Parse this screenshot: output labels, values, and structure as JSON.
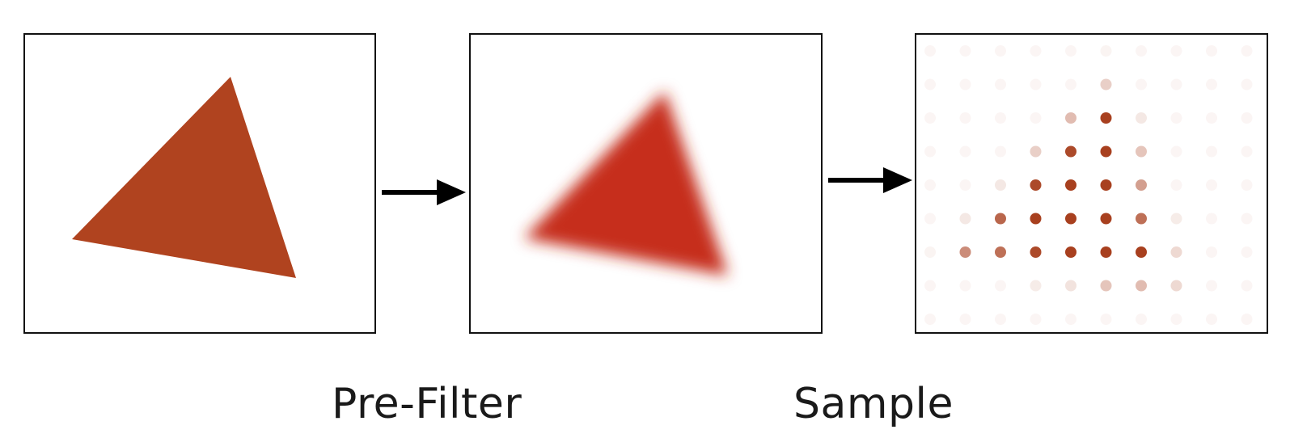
{
  "captions": {
    "prefilter": "Pre-Filter",
    "sample": "Sample"
  },
  "colors": {
    "triangle_original": "#b0431f",
    "triangle_blurred": "#c62d1f",
    "sample_dot": "#a8401f",
    "frame": "#111111",
    "arrow": "#000000"
  },
  "sample_grid": {
    "columns": 10,
    "rows": 9,
    "opacity": [
      [
        0.05,
        0.05,
        0.05,
        0.05,
        0.05,
        0.06,
        0.05,
        0.05,
        0.05,
        0.05
      ],
      [
        0.05,
        0.05,
        0.05,
        0.05,
        0.05,
        0.25,
        0.05,
        0.05,
        0.05,
        0.05
      ],
      [
        0.05,
        0.05,
        0.05,
        0.05,
        0.35,
        1.0,
        0.12,
        0.05,
        0.05,
        0.05
      ],
      [
        0.05,
        0.05,
        0.05,
        0.25,
        0.95,
        1.0,
        0.3,
        0.05,
        0.05,
        0.05
      ],
      [
        0.05,
        0.05,
        0.12,
        0.95,
        1.0,
        1.0,
        0.5,
        0.05,
        0.05,
        0.05
      ],
      [
        0.05,
        0.12,
        0.8,
        1.0,
        1.0,
        1.0,
        0.75,
        0.1,
        0.05,
        0.05
      ],
      [
        0.06,
        0.6,
        0.75,
        0.95,
        1.0,
        1.0,
        1.0,
        0.2,
        0.05,
        0.05
      ],
      [
        0.05,
        0.05,
        0.05,
        0.1,
        0.15,
        0.3,
        0.35,
        0.2,
        0.05,
        0.05
      ],
      [
        0.05,
        0.05,
        0.05,
        0.05,
        0.05,
        0.05,
        0.05,
        0.05,
        0.05,
        0.05
      ]
    ]
  }
}
